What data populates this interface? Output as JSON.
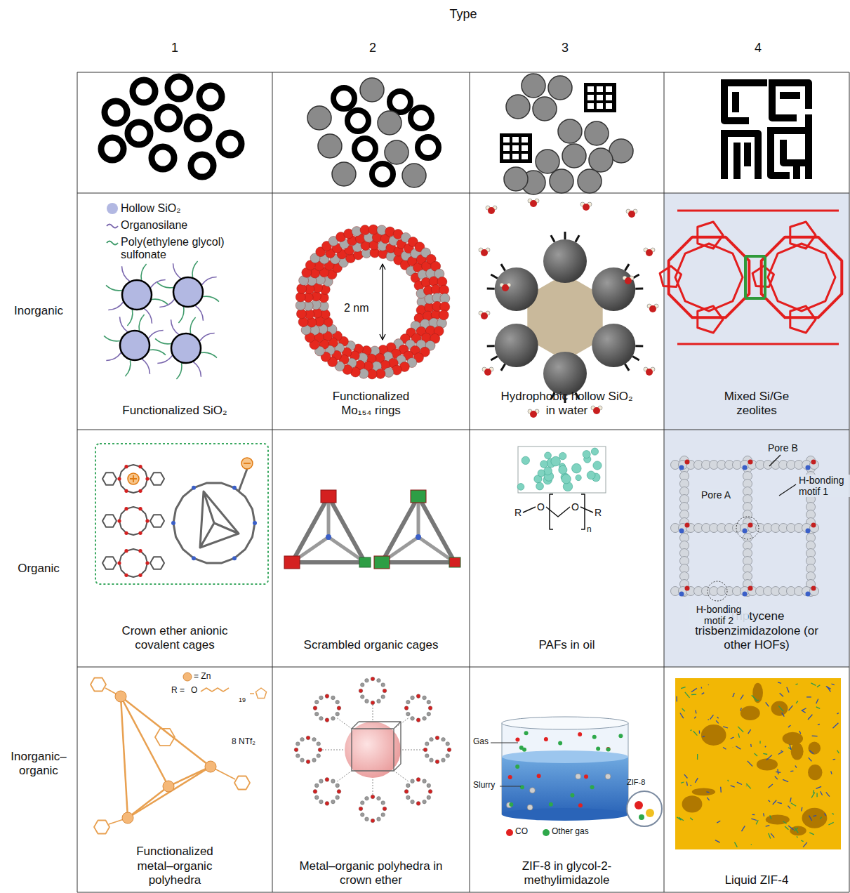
{
  "diagram": {
    "nodes": [
      {
        "text": [
          "Functionalized SiO₂"
        ]
      },
      {
        "text": [
          "Functionalized Mo₁₅₄ rings"
        ]
      },
      {
        "text": [
          "Hydrophobic hollow SiO₂ in water"
        ]
      },
      {
        "text": [
          "Mixed Si/Ge zeolites"
        ]
      },
      {
        "text": [
          "Crown ether anionic covalent cages"
        ]
      },
      {
        "text": [
          "Scrambled organic cages"
        ]
      },
      {
        "text": [
          "PAFs in oil"
        ]
      },
      {
        "text": [
          "Triptycene trisbenzimidazolone (or other HOFs)"
        ]
      },
      {
        "text": [
          "Functionalized metal–organic polyhedra"
        ]
      },
      {
        "text": [
          "Metal–organic polyhedra in crown ether"
        ]
      },
      {
        "text": [
          "ZIF-8 in glycol-2-methylimidazole"
        ]
      },
      {
        "text": [
          "Liquid ZIF-4"
        ]
      }
    ],
    "labels": [
      "Type",
      "1",
      "2",
      "3",
      "4",
      "Inorganic",
      "Organic",
      "Inorganic–organic",
      "Hollow SiO₂",
      "Organosilane",
      "Poly(ethylene glycol) sulfonate",
      "2 nm",
      "Pore A",
      "Pore B",
      "H-bonding motif 1",
      "H-bonding motif 2",
      "R",
      "O",
      "n",
      "O",
      "R",
      "= Zn",
      "R =",
      "O",
      "19",
      "8 NTf₂",
      "Gas",
      "Slurry",
      "ZIF-8",
      "CO",
      "Other gas"
    ]
  }
}
